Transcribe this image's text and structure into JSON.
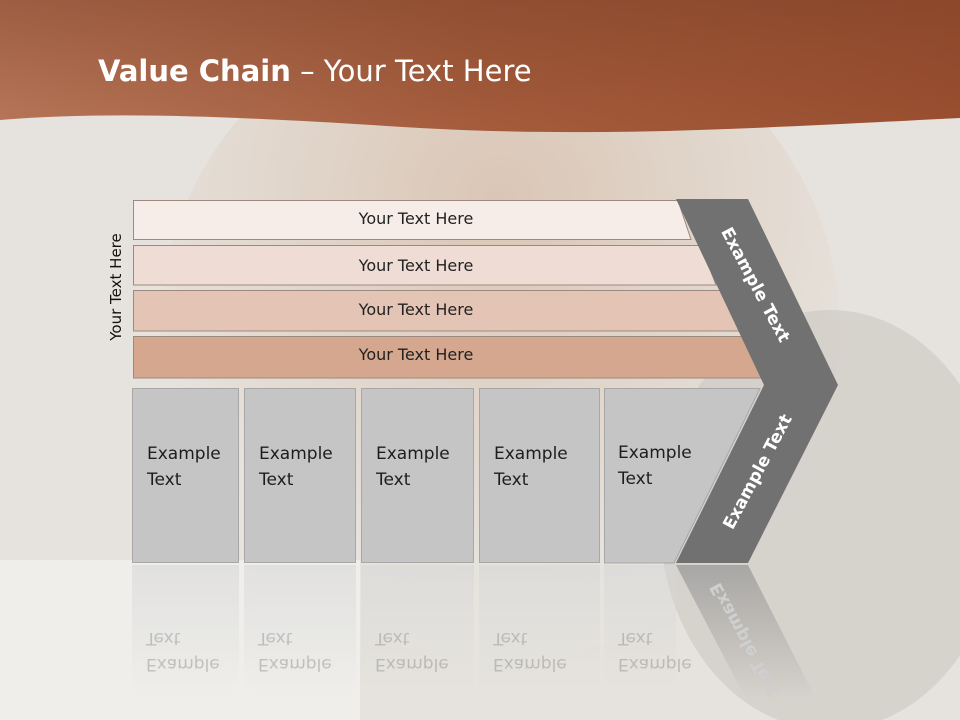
{
  "title": {
    "bold": "Value Chain",
    "rest": " – Your Text Here"
  },
  "side_label": "Your Text Here",
  "rows": [
    {
      "label": "Your Text Here",
      "color": "#f6ece8"
    },
    {
      "label": "Your Text Here",
      "color": "#efddd5"
    },
    {
      "label": "Your Text Here",
      "color": "#e4c4b5"
    },
    {
      "label": "Your Text Here",
      "color": "#d5a78e"
    }
  ],
  "boxes": [
    {
      "label": "Example Text"
    },
    {
      "label": "Example Text"
    },
    {
      "label": "Example Text"
    },
    {
      "label": "Example Text"
    },
    {
      "label": "Example Text"
    }
  ],
  "chevron": {
    "top_label": "Example Text",
    "bottom_label": "Example Text",
    "color": "#717171"
  },
  "colors": {
    "header": "#a0583a",
    "box": "#c5c5c5"
  }
}
